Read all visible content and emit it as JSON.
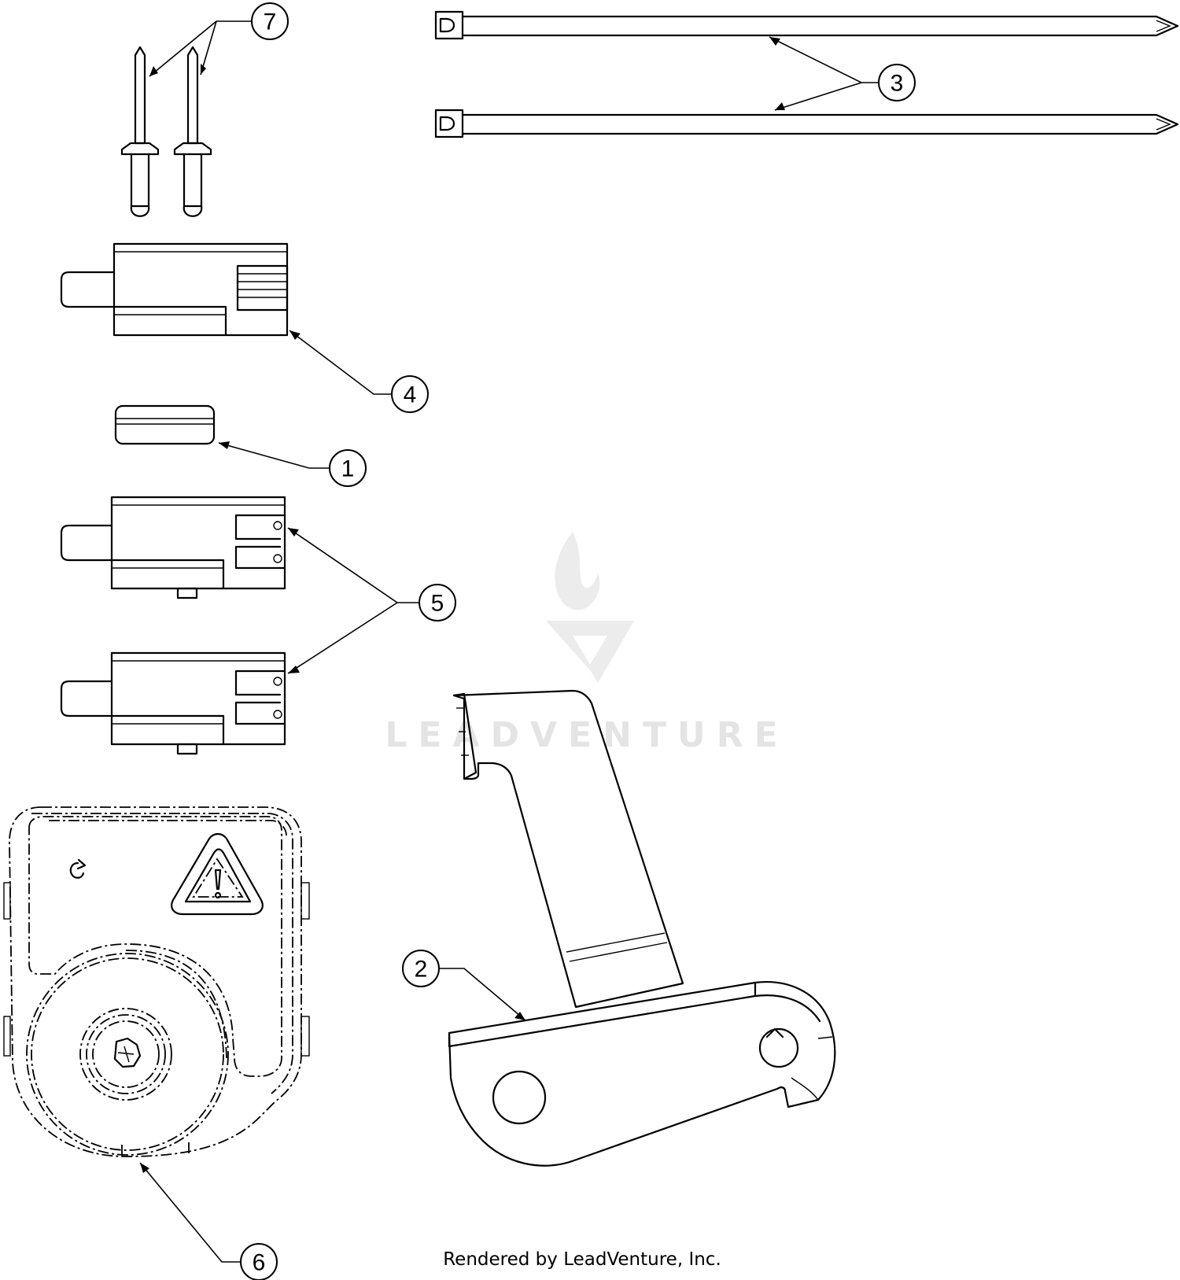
{
  "watermark": {
    "brand": "LEADVENTURE"
  },
  "credit": "Rendered by LeadVenture, Inc.",
  "callouts": [
    {
      "id": "callout-1",
      "label": "1"
    },
    {
      "id": "callout-2",
      "label": "2"
    },
    {
      "id": "callout-3",
      "label": "3"
    },
    {
      "id": "callout-4",
      "label": "4"
    },
    {
      "id": "callout-5",
      "label": "5"
    },
    {
      "id": "callout-6",
      "label": "6"
    },
    {
      "id": "callout-7",
      "label": "7"
    }
  ]
}
